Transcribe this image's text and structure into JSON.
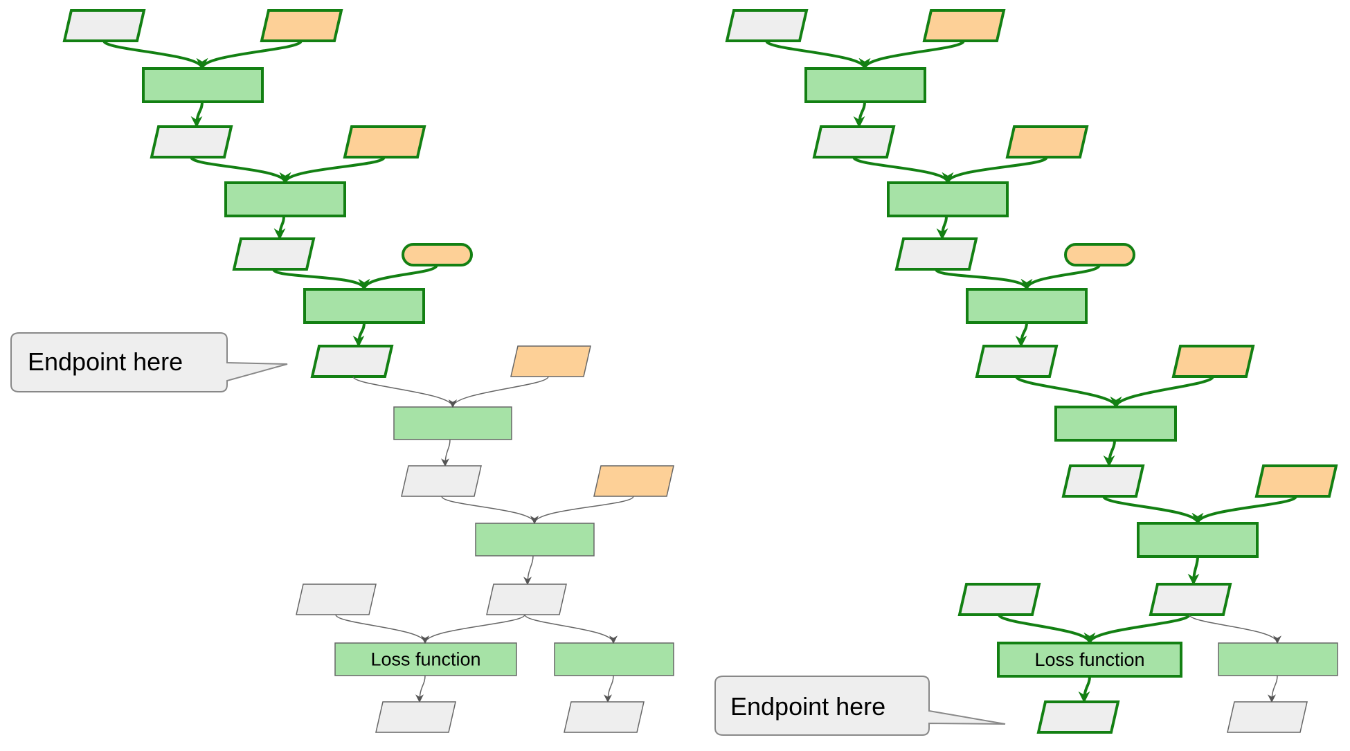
{
  "diagrams": [
    {
      "side": "left",
      "callout_text": "Endpoint here",
      "loss_label": "Loss function"
    },
    {
      "side": "right",
      "callout_text": "Endpoint here",
      "loss_label": "Loss function"
    }
  ],
  "colors": {
    "highlight_stroke": "#138013",
    "highlight_op_fill": "#a6e2a6",
    "tensor_fill": "#eeeeee",
    "param_fill": "#fdd097",
    "faded_stroke": "#666666",
    "callout_fill": "#eeeeee",
    "callout_stroke": "#888888"
  }
}
